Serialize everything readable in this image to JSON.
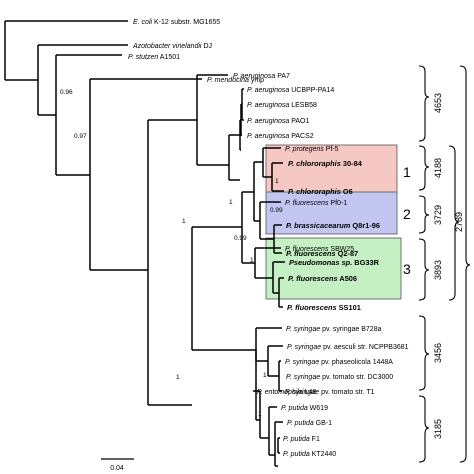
{
  "tree": {
    "taxa": [
      {
        "id": "ecoli",
        "label": "E. coli K-12 substr. MG1655",
        "bold": false
      },
      {
        "id": "azoto",
        "label": "Azotobacter vinelandii DJ",
        "bold": false
      },
      {
        "id": "stutzeri",
        "label": "P. stutzeri A1501",
        "bold": false
      },
      {
        "id": "mendocina",
        "label": "P. mendocina ymp",
        "bold": false
      },
      {
        "id": "pa7",
        "label": "P. aeruginosa PA7",
        "bold": false
      },
      {
        "id": "ucbpp",
        "label": "P. aeruginosa UCBPP-PA14",
        "bold": false
      },
      {
        "id": "lesb58",
        "label": "P. aeruginosa LESB58",
        "bold": false
      },
      {
        "id": "pao1",
        "label": "P. aeruginosa PAO1",
        "bold": false
      },
      {
        "id": "pacs2",
        "label": "P. aeruginosa PACS2",
        "bold": false
      },
      {
        "id": "protegens",
        "label": "P. protegens Pf-5",
        "bold": false
      },
      {
        "id": "chl3084",
        "label": "P. chlororaphis 30-84",
        "bold": true
      },
      {
        "id": "chlo6",
        "label": "P. chlororaphis O6",
        "bold": true
      },
      {
        "id": "pf01",
        "label": "P. fluorescens Pf0-1",
        "bold": false
      },
      {
        "id": "brass",
        "label": "P. brassicacearum Q8r1-96",
        "bold": true
      },
      {
        "id": "q287",
        "label": "P. fluorescens Q2-87",
        "bold": true
      },
      {
        "id": "sbw25",
        "label": "P. fluorescens SBW25",
        "bold": false
      },
      {
        "id": "bg33r",
        "label": "Pseudomonas sp. BG33R",
        "bold": true
      },
      {
        "id": "a506",
        "label": "P. fluorescens A506",
        "bold": true
      },
      {
        "id": "ss101",
        "label": "P. fluorescens SS101",
        "bold": true
      },
      {
        "id": "b728a",
        "label": "P. syringae pv. syringae B728a",
        "bold": false
      },
      {
        "id": "ncppb",
        "label": "P. syringae pv. aesculi str. NCPPB3681",
        "bold": false
      },
      {
        "id": "1448a",
        "label": "P. syringae pv. phaseolicola 1448A",
        "bold": false
      },
      {
        "id": "dc3000",
        "label": "P. syringae pv. tomato str. DC3000",
        "bold": false
      },
      {
        "id": "t1",
        "label": "P. syringae pv. tomato str. T1",
        "bold": false
      },
      {
        "id": "l48",
        "label": "P. entomophila L48",
        "bold": false
      },
      {
        "id": "w619",
        "label": "P. putida W619",
        "bold": false
      },
      {
        "id": "gb1",
        "label": "P. putida GB-1",
        "bold": false
      },
      {
        "id": "f1",
        "label": "P. putida F1",
        "bold": false
      },
      {
        "id": "kt2440",
        "label": "P. putida KT2440",
        "bold": false
      }
    ],
    "bootstrap": [
      "0.96",
      "0.97",
      "1",
      "1",
      "0.99",
      "1",
      "0.99",
      "1",
      "1",
      "1",
      "1"
    ],
    "clades": [
      {
        "number": "1",
        "color": "#f5c8c4"
      },
      {
        "number": "2",
        "color": "#c4c6f2"
      },
      {
        "number": "3",
        "color": "#c4f0c4"
      }
    ],
    "group_counts": [
      "4653",
      "4188",
      "3729",
      "3893",
      "3456",
      "3185",
      "2789"
    ],
    "scale_label": "0.04"
  }
}
